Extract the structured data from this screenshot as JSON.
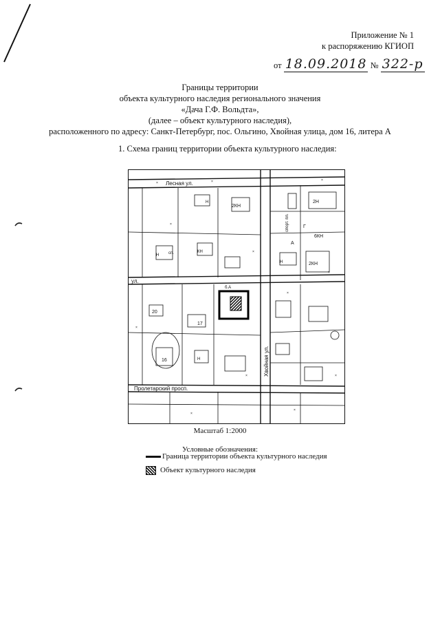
{
  "header": {
    "appendix_label": "Приложение № 1",
    "appendix_to": "к распоряжению КГИОП",
    "date_prefix": "от",
    "date_value": "18.09.2018",
    "number_prefix": "№",
    "number_value": "322-р"
  },
  "title": {
    "line1": "Границы территории",
    "line2": "объекта культурного наследия регионального значения",
    "line3": "«Дача Г.Ф. Вольдта»,",
    "line4": "(далее – объект культурного наследия),",
    "line5": "расположенного по адресу: Санкт-Петербург, пос. Ольгино, Хвойная улица, дом 16, литера А"
  },
  "section": {
    "heading": "1.   Схема границ территории объекта культурного наследия:"
  },
  "map": {
    "streets": [
      "Лесная ул.",
      "ул.",
      "Хвойная ул.",
      "Пролетарский просп."
    ],
    "labels": [
      "2Н",
      "2КН",
      "6КН",
      "2КН",
      "сп.",
      "КН",
      "Н",
      "Н",
      "Н",
      "Н",
      "20",
      "17",
      "16",
      "спорт. пл.",
      "Г",
      "А",
      "б.А"
    ]
  },
  "scale_label": "Масштаб 1:2000",
  "legend": {
    "title": "Условные обозначения:",
    "items": [
      {
        "label": "Граница территории объекта культурного наследия"
      },
      {
        "label": "Объект культурного наследия"
      }
    ]
  }
}
